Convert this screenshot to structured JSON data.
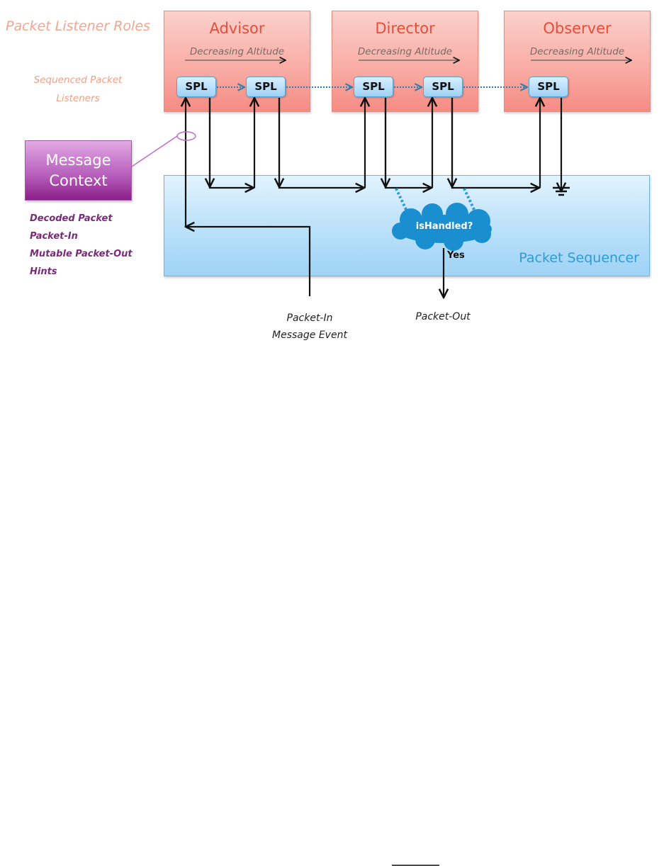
{
  "diagram": {
    "roles_title": "Packet Listener Roles",
    "spl_caption_line1": "Sequenced Packet",
    "spl_caption_line2": "Listeners",
    "roles": [
      {
        "name": "Advisor",
        "altitude_label": "Decreasing Altitude",
        "spl_count": 2
      },
      {
        "name": "Director",
        "altitude_label": "Decreasing Altitude",
        "spl_count": 2
      },
      {
        "name": "Observer",
        "altitude_label": "Decreasing Altitude",
        "spl_count": 1
      }
    ],
    "spl_label": "SPL",
    "message_context": {
      "title_line1": "Message",
      "title_line2": "Context",
      "items": [
        "Decoded Packet",
        "Packet-In",
        "Mutable Packet-Out",
        "Hints"
      ]
    },
    "sequencer_label": "Packet Sequencer",
    "decision_label": "isHandled?",
    "decision_yes": "Yes",
    "input_label_line1": "Packet-In",
    "input_label_line2": "Message Event",
    "output_label": "Packet-Out",
    "colors": {
      "role_title": "#e84d3a",
      "sequencer_label": "#2f9bd6",
      "cloud": "#1a8fd0",
      "message_context": "#a03aa3"
    }
  }
}
